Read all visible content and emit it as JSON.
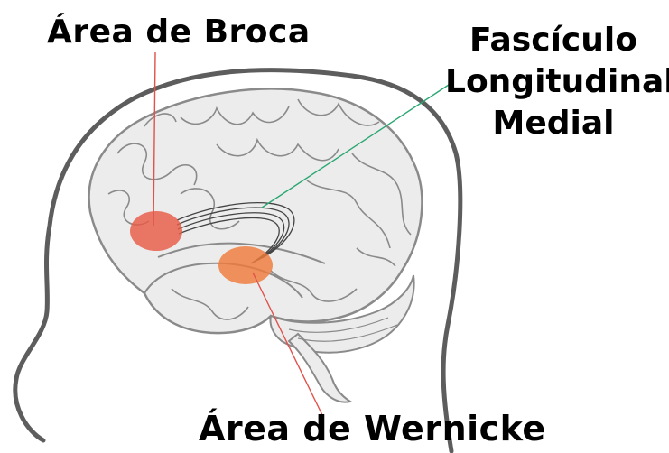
{
  "labels": {
    "broca": "Área de Broca",
    "fasciculo": [
      "Fascículo",
      "Longitudinal",
      "Medial"
    ],
    "wernicke": "Área de Wernicke"
  },
  "colors": {
    "head_outline": "#5d5d5d",
    "brain_fill": "#ececec",
    "brain_stroke": "#8a8a8a",
    "broca_highlight": "#e85a45",
    "wernicke_highlight": "#ee7a3c",
    "broca_leader": "#e0524a",
    "fasciculo_leader": "#2aa772",
    "wernicke_leader": "#e0524a"
  }
}
